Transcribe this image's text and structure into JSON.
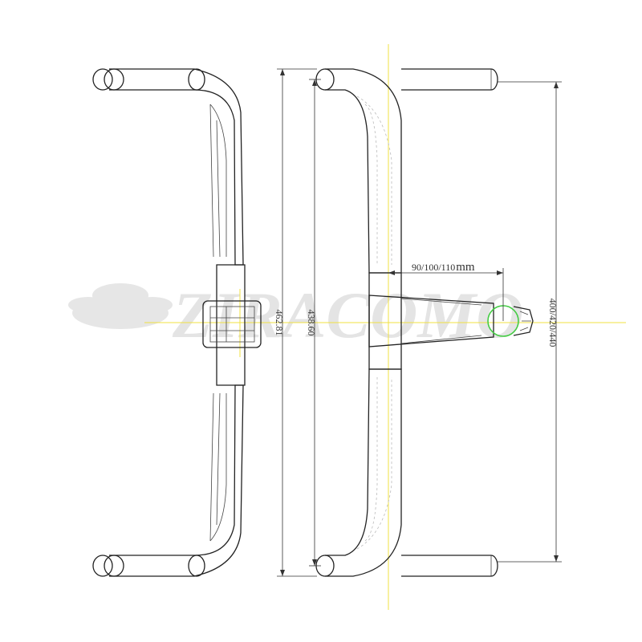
{
  "watermark": {
    "text": "ZIRACOMO"
  },
  "dimensions": {
    "overall_length": "462.81",
    "inner_length": "438.60",
    "width_options": "400/420/440",
    "stem_length_value": "90/100/110",
    "stem_length_unit": "mm"
  },
  "colors": {
    "line": "#222222",
    "centerline": "#f0e040",
    "clamp_circle": "#44cc44",
    "watermark": "#e4e4e4"
  }
}
